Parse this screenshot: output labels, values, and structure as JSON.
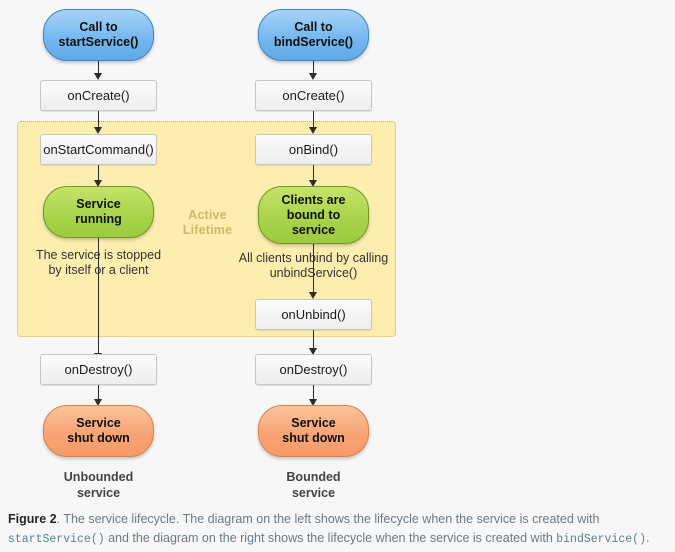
{
  "figure": {
    "label": "Figure 2",
    "text_part1": ". The service lifecycle. The diagram on the left shows the lifecycle when the service is created with ",
    "code1": "startService()",
    "text_part2": " and the diagram on the right shows the lifecycle when the service is created with ",
    "code2": "bindService()",
    "text_part3": "."
  },
  "region": {
    "active_lifetime_label": "Active\nLifetime",
    "active_lifetime_line1": "Active",
    "active_lifetime_line2": "Lifetime",
    "fill_color": "#fdeeb0",
    "border_color": "#c9b05a",
    "label_color": "#cbb96a"
  },
  "colors": {
    "background": "#f7f7f7",
    "blue_node": "#76b8ef",
    "green_node": "#a9d44c",
    "orange_node": "#f8a477",
    "method_box": "#eeeeee",
    "connector": "#2b2b2b"
  },
  "left_column": {
    "footer_line1": "Unbounded",
    "footer_line2": "service",
    "nodes": [
      {
        "id": "call-start-service",
        "line1": "Call to",
        "line2": "startService()",
        "type": "pill-blue"
      },
      {
        "id": "on-create",
        "line1": "onCreate()",
        "type": "box-method"
      },
      {
        "id": "on-start-command",
        "line1": "onStartCommand()",
        "type": "box-method"
      },
      {
        "id": "service-running",
        "line1": "Service",
        "line2": "running",
        "type": "pill-green"
      },
      {
        "id": "on-destroy",
        "line1": "onDestroy()",
        "type": "box-method"
      },
      {
        "id": "service-shut-down",
        "line1": "Service",
        "line2": "shut down",
        "type": "pill-orange"
      }
    ],
    "notes": [
      {
        "id": "stopped-note",
        "line1": "The service is stopped",
        "line2": "by itself or a client"
      }
    ]
  },
  "right_column": {
    "footer_line1": "Bounded",
    "footer_line2": "service",
    "nodes": [
      {
        "id": "call-bind-service",
        "line1": "Call to",
        "line2": "bindService()",
        "type": "pill-blue"
      },
      {
        "id": "on-create",
        "line1": "onCreate()",
        "type": "box-method"
      },
      {
        "id": "on-bind",
        "line1": "onBind()",
        "type": "box-method"
      },
      {
        "id": "clients-bound",
        "line1": "Clients are",
        "line2": "bound to",
        "line3": "service",
        "type": "pill-green"
      },
      {
        "id": "on-unbind",
        "line1": "onUnbind()",
        "type": "box-method"
      },
      {
        "id": "on-destroy",
        "line1": "onDestroy()",
        "type": "box-method"
      },
      {
        "id": "service-shut-down",
        "line1": "Service",
        "line2": "shut down",
        "type": "pill-orange"
      }
    ],
    "notes": [
      {
        "id": "unbind-note",
        "line1": "All clients unbind by calling",
        "line2": "unbindService()"
      }
    ]
  }
}
